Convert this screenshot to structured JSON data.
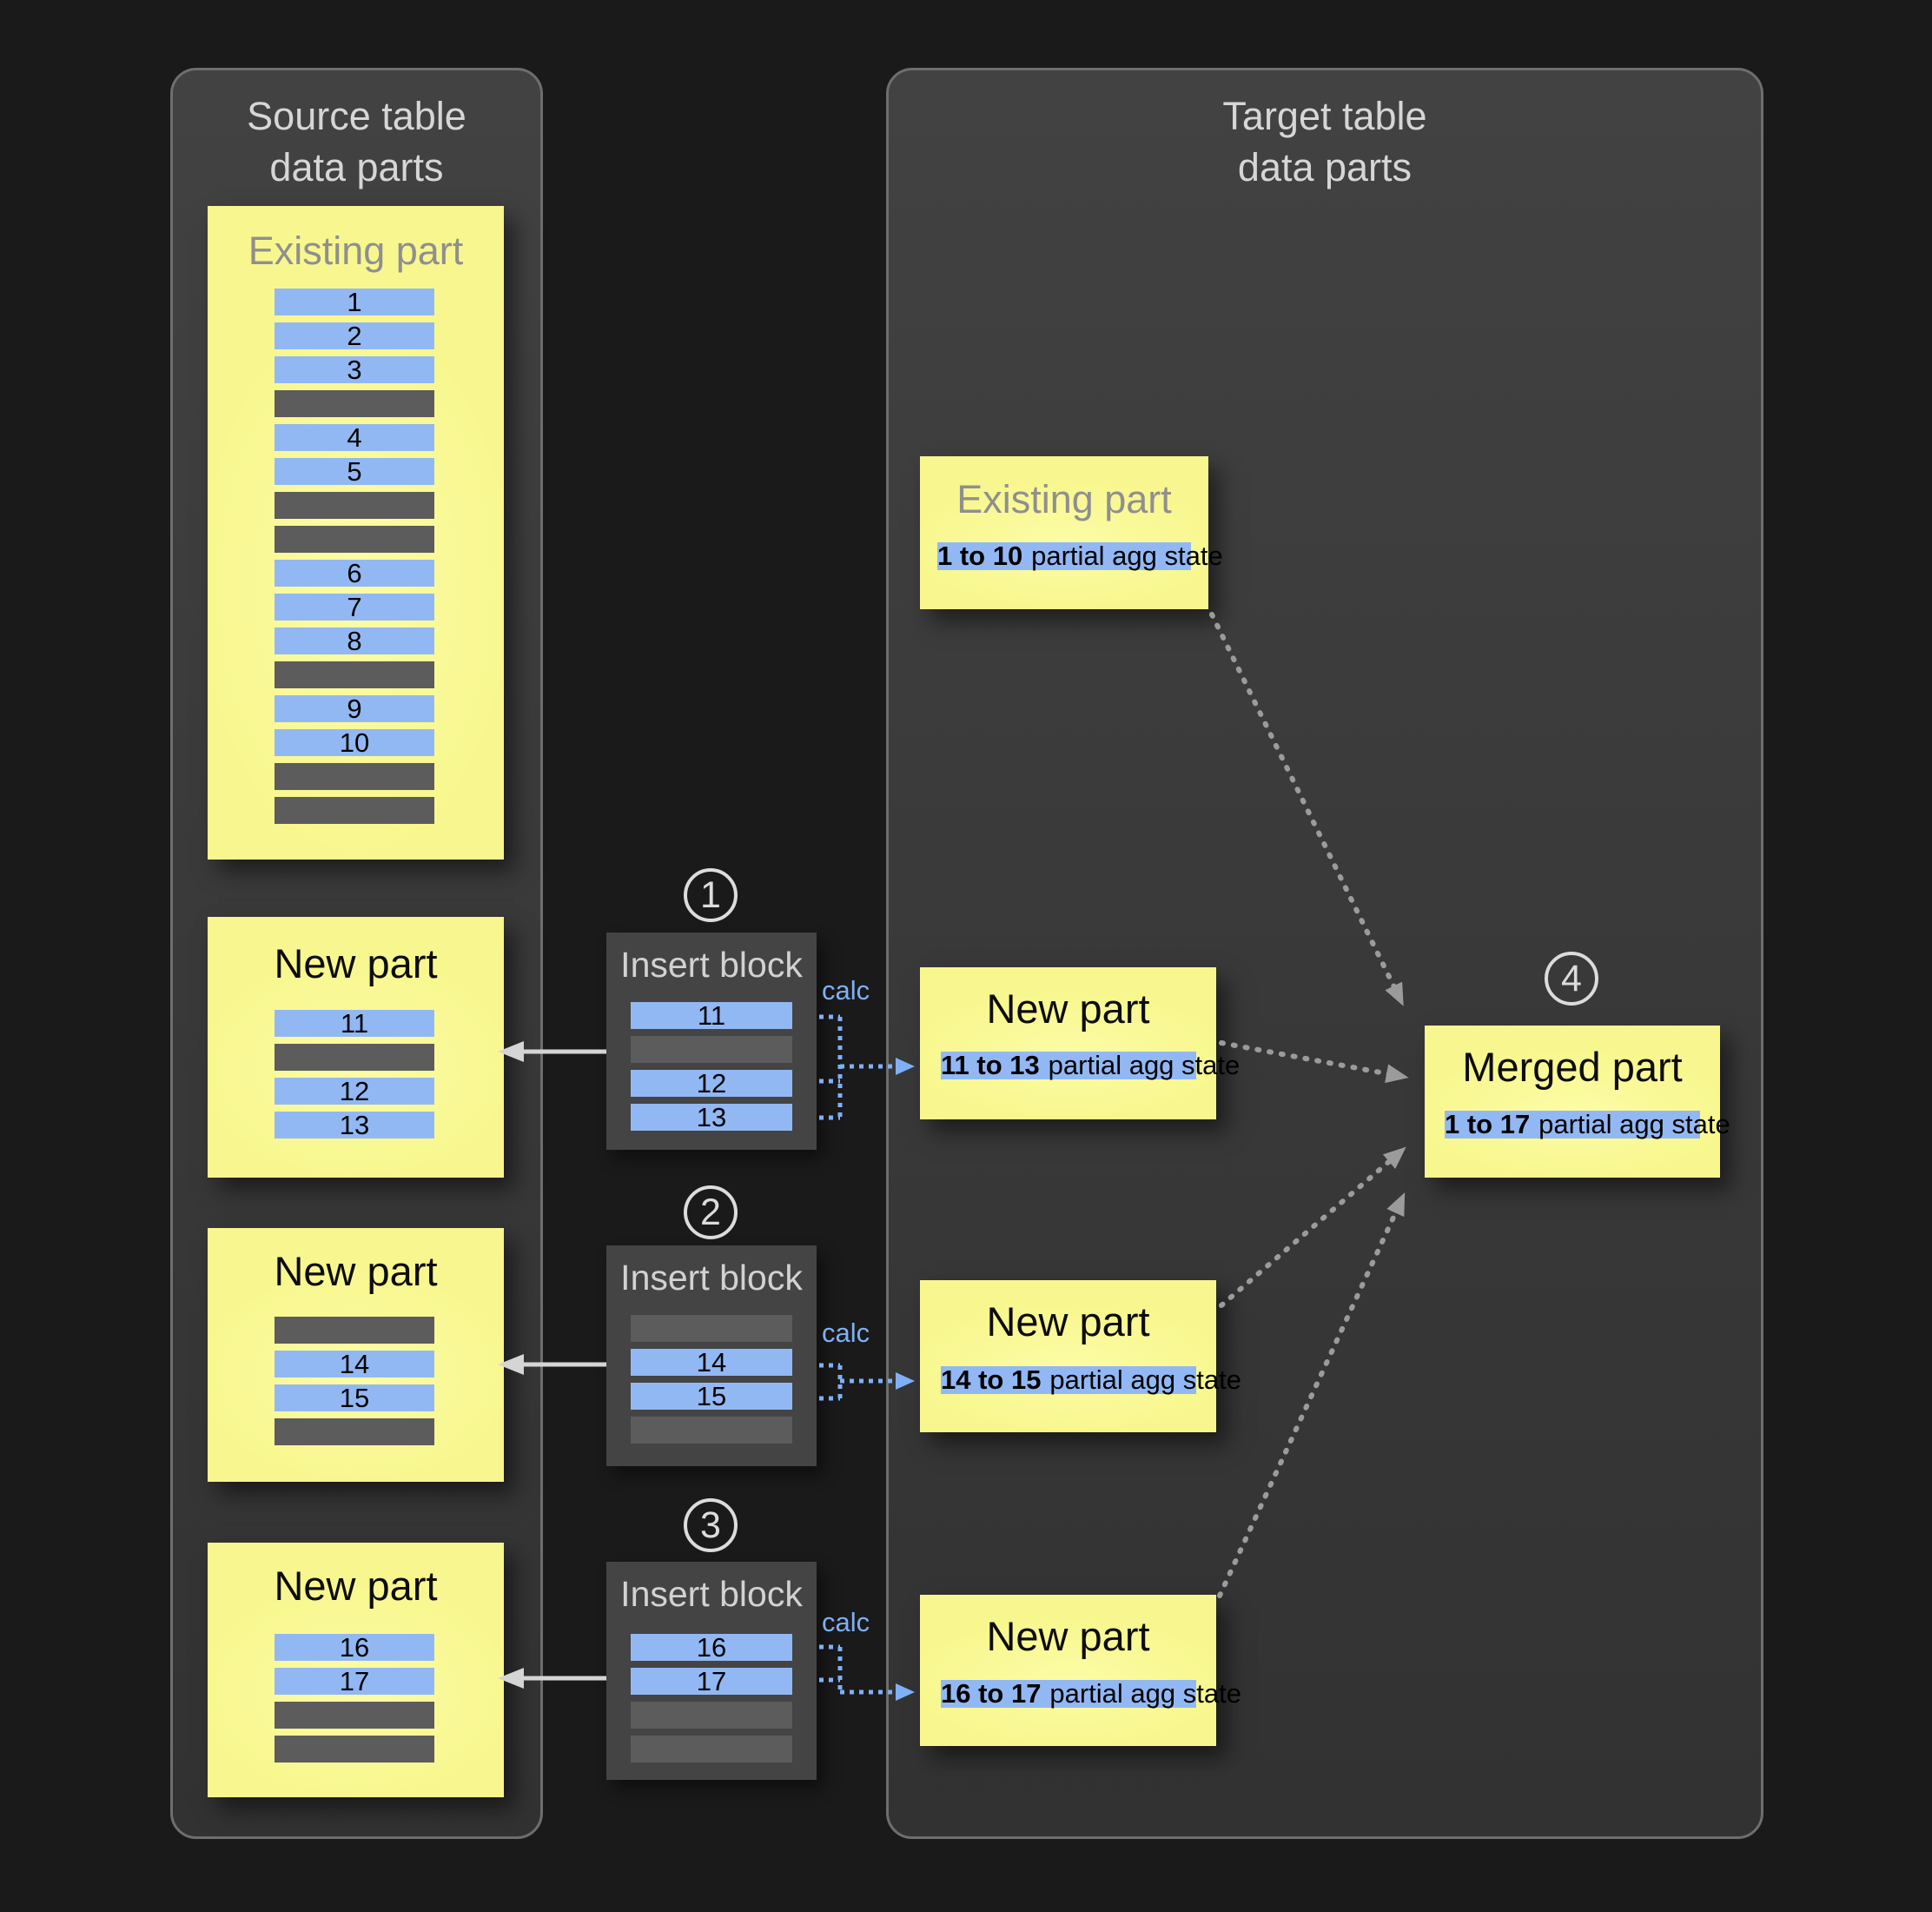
{
  "source_panel": {
    "title_line1": "Source table",
    "title_line2": "data parts",
    "existing_part": {
      "title": "Existing part",
      "rows": [
        {
          "type": "data",
          "value": "1"
        },
        {
          "type": "data",
          "value": "2"
        },
        {
          "type": "data",
          "value": "3"
        },
        {
          "type": "empty",
          "value": ""
        },
        {
          "type": "data",
          "value": "4"
        },
        {
          "type": "data",
          "value": "5"
        },
        {
          "type": "empty",
          "value": ""
        },
        {
          "type": "empty",
          "value": ""
        },
        {
          "type": "data",
          "value": "6"
        },
        {
          "type": "data",
          "value": "7"
        },
        {
          "type": "data",
          "value": "8"
        },
        {
          "type": "empty",
          "value": ""
        },
        {
          "type": "data",
          "value": "9"
        },
        {
          "type": "data",
          "value": "10"
        },
        {
          "type": "empty",
          "value": ""
        },
        {
          "type": "empty",
          "value": ""
        }
      ]
    },
    "new_part_1": {
      "title": "New part",
      "rows": [
        {
          "type": "data",
          "value": "11"
        },
        {
          "type": "empty",
          "value": ""
        },
        {
          "type": "data",
          "value": "12"
        },
        {
          "type": "data",
          "value": "13"
        }
      ]
    },
    "new_part_2": {
      "title": "New part",
      "rows": [
        {
          "type": "empty",
          "value": ""
        },
        {
          "type": "data",
          "value": "14"
        },
        {
          "type": "data",
          "value": "15"
        },
        {
          "type": "empty",
          "value": ""
        }
      ]
    },
    "new_part_3": {
      "title": "New part",
      "rows": [
        {
          "type": "data",
          "value": "16"
        },
        {
          "type": "data",
          "value": "17"
        },
        {
          "type": "empty",
          "value": ""
        },
        {
          "type": "empty",
          "value": ""
        }
      ]
    }
  },
  "insert_blocks": {
    "block_1": {
      "step": "1",
      "title": "Insert block",
      "calc_label": "calc",
      "rows": [
        {
          "type": "data",
          "value": "11"
        },
        {
          "type": "empty",
          "value": ""
        },
        {
          "type": "data",
          "value": "12"
        },
        {
          "type": "data",
          "value": "13"
        }
      ]
    },
    "block_2": {
      "step": "2",
      "title": "Insert block",
      "calc_label": "calc",
      "rows": [
        {
          "type": "empty",
          "value": ""
        },
        {
          "type": "data",
          "value": "14"
        },
        {
          "type": "data",
          "value": "15"
        },
        {
          "type": "empty",
          "value": ""
        }
      ]
    },
    "block_3": {
      "step": "3",
      "title": "Insert block",
      "calc_label": "calc",
      "rows": [
        {
          "type": "data",
          "value": "16"
        },
        {
          "type": "data",
          "value": "17"
        },
        {
          "type": "empty",
          "value": ""
        },
        {
          "type": "empty",
          "value": ""
        }
      ]
    }
  },
  "target_panel": {
    "title_line1": "Target table",
    "title_line2": "data parts",
    "existing_part": {
      "title": "Existing part",
      "agg_range": "1 to 10",
      "agg_label": "partial agg state"
    },
    "new_part_1": {
      "title": "New part",
      "agg_range": "11 to 13",
      "agg_label": "partial agg state"
    },
    "new_part_2": {
      "title": "New part",
      "agg_range": "14 to 15",
      "agg_label": "partial agg state"
    },
    "new_part_3": {
      "title": "New part",
      "agg_range": "16 to 17",
      "agg_label": "partial agg state"
    },
    "merged_part": {
      "step": "4",
      "title": "Merged part",
      "agg_range": "1 to 17",
      "agg_label": "partial agg state"
    }
  },
  "colors": {
    "background": "#1a1a1a",
    "panel_bg": "#3a3a3a",
    "panel_border": "#6e6e6e",
    "part_yellow": "#f8f78f",
    "row_blue": "#92b8f4",
    "row_gray": "#5c5c5c",
    "insert_block_bg": "#444444",
    "accent_blue": "#7fb0f5",
    "dotted_gray": "#9b9b9b",
    "arrow_white": "#d5d5d5"
  }
}
